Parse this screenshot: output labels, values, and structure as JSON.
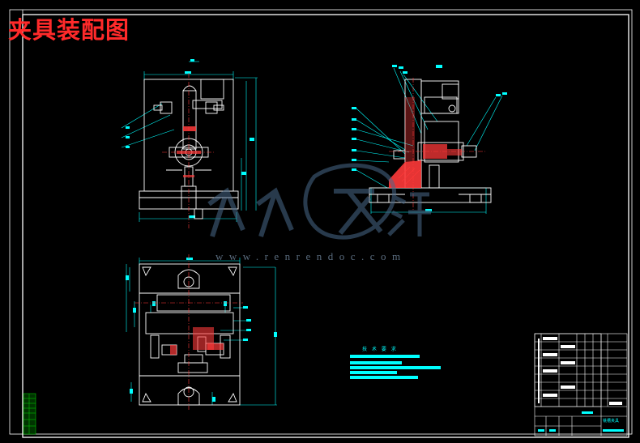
{
  "drawing": {
    "title": "夹具装配图",
    "watermark_url": "www.renrendoc.com",
    "technical_requirements_title": "技 术 要 求",
    "title_block_name": "铣槽夹具"
  },
  "colors": {
    "background": "#000000",
    "frame": "#ffffff",
    "outline": "#ffffff",
    "dimension": "#00ffff",
    "hatch": "#ff3a3a",
    "center_line": "#ff3a3a",
    "note_bars": "#00ffff",
    "title": "#ff2a2a",
    "watermark": "#4a6a8a",
    "edge_tab": "#00c000"
  }
}
